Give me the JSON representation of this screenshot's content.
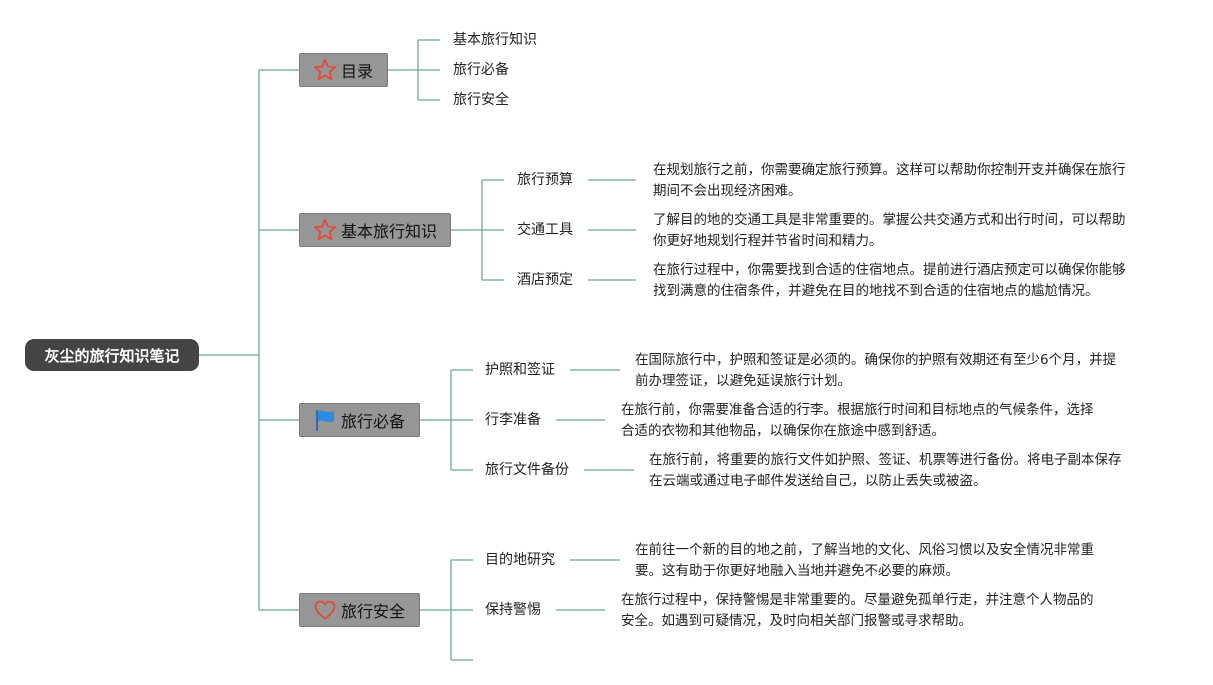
{
  "root": {
    "title": "灰尘的旅行知识笔记"
  },
  "branches": [
    {
      "title": "目录",
      "icon": "star-outline-icon",
      "children": [
        {
          "label": "基本旅行知识"
        },
        {
          "label": "旅行必备"
        },
        {
          "label": "旅行安全"
        }
      ]
    },
    {
      "title": "基本旅行知识",
      "icon": "star-outline-icon",
      "children": [
        {
          "label": "旅行预算",
          "desc": [
            "在规划旅行之前，你需要确定旅行预算。这样可以帮助你控制开支并确保在旅行",
            "期间不会出现经济困难。"
          ]
        },
        {
          "label": "交通工具",
          "desc": [
            "了解目的地的交通工具是非常重要的。掌握公共交通方式和出行时间，可以帮助",
            "你更好地规划行程并节省时间和精力。"
          ]
        },
        {
          "label": "酒店预定",
          "desc": [
            "在旅行过程中，你需要找到合适的住宿地点。提前进行酒店预定可以确保你能够",
            "找到满意的住宿条件，并避免在目的地找不到合适的住宿地点的尴尬情况。"
          ]
        }
      ]
    },
    {
      "title": "旅行必备",
      "icon": "blue-flag-icon",
      "children": [
        {
          "label": "护照和签证",
          "desc": [
            "在国际旅行中，护照和签证是必须的。确保你的护照有效期还有至少6个月，并提",
            "前办理签证，以避免延误旅行计划。"
          ]
        },
        {
          "label": "行李准备",
          "desc": [
            "在旅行前，你需要准备合适的行李。根据旅行时间和目标地点的气候条件，选择",
            "合适的衣物和其他物品，以确保你在旅途中感到舒适。"
          ]
        },
        {
          "label": "旅行文件备份",
          "desc": [
            "在旅行前，将重要的旅行文件如护照、签证、机票等进行备份。将电子副本保存",
            "在云端或通过电子邮件发送给自己，以防止丢失或被盗。"
          ]
        }
      ]
    },
    {
      "title": "旅行安全",
      "icon": "heart-outline-icon",
      "children": [
        {
          "label": "目的地研究",
          "desc": [
            "在前往一个新的目的地之前，了解当地的文化、风俗习惯以及安全情况非常重",
            "要。这有助于你更好地融入当地并避免不必要的麻烦。"
          ]
        },
        {
          "label": "保持警惕",
          "desc": [
            "在旅行过程中，保持警惕是非常重要的。尽量避免孤单行走，并注意个人物品的",
            "安全。如遇到可疑情况，及时向相关部门报警或寻求帮助。"
          ]
        }
      ]
    }
  ],
  "colors": {
    "line": "#6aa89a",
    "root_bg": "#444444",
    "branch_bg": "#969696",
    "star": "#e34a3a",
    "flag": "#2b8de0",
    "heart": "#e34a3a"
  }
}
